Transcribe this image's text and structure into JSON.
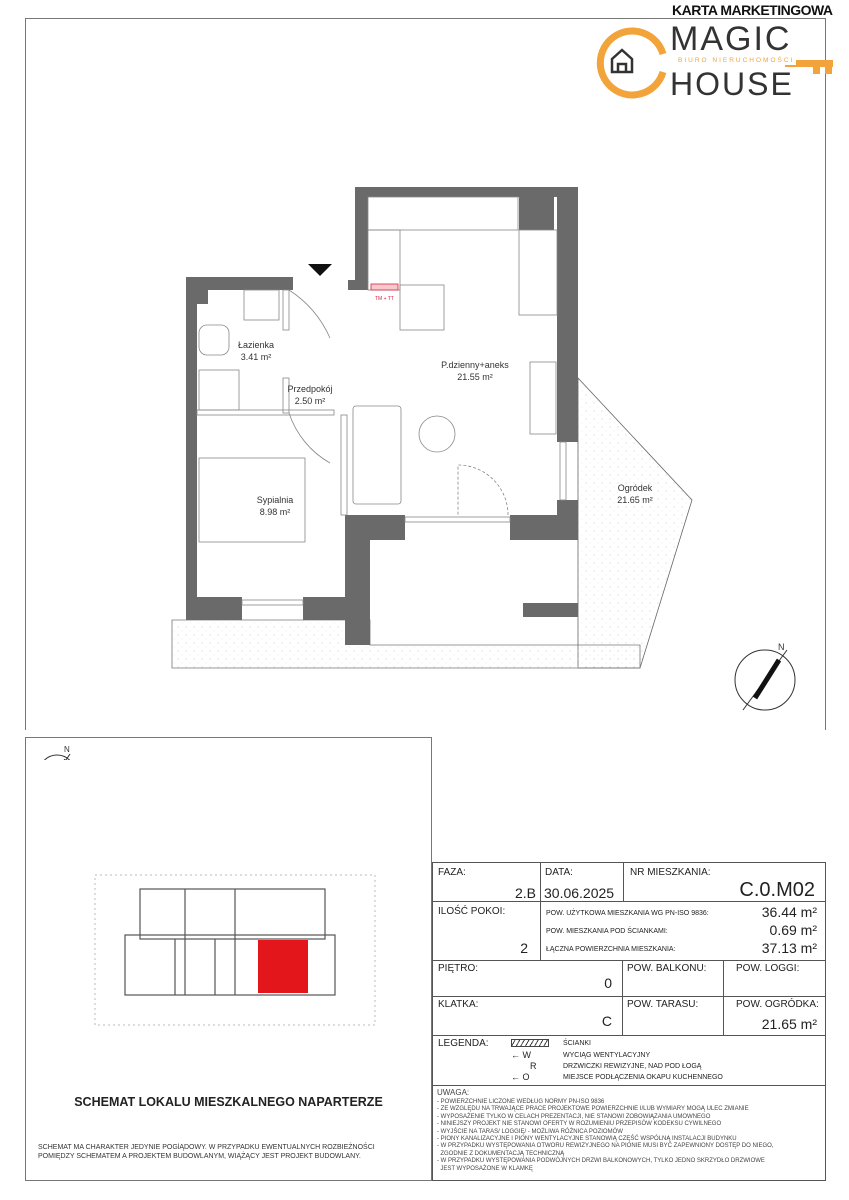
{
  "header": {
    "title": "KARTA MARKETINGOWA"
  },
  "logo": {
    "line1": "MAGIC",
    "tagline": "BIURO NIERUCHOMOŚCI",
    "line2": "HOUSE",
    "accent_color": "#f2a33a"
  },
  "plan": {
    "rooms": [
      {
        "name": "Łazienka",
        "area": "3.41 m²"
      },
      {
        "name": "Przedpokój",
        "area": "2.50 m²"
      },
      {
        "name": "P.dzienny+aneks",
        "area": "21.55 m²"
      },
      {
        "name": "Sypialnia",
        "area": "8.98 m²"
      },
      {
        "name": "Ogródek",
        "area": "21.65 m²"
      }
    ],
    "kitchen_mark": "TM + TT",
    "compass_label": "N"
  },
  "site": {
    "title": "SCHEMAT LOKALU MIESZKALNEGO NAPARTERZE",
    "disclaimer_1": "SCHEMAT MA CHARAKTER JEDYNIE POGlĄDOWY. W PRZYPADKU EWENTUALNYCH ROZBIEŻNOŚCI",
    "disclaimer_2": "POMIĘDZY SCHEMATEM A PROJEKTEM BUDOWLANYM, WIĄŻĄCY JEST PROJEKT BUDOWLANY.",
    "highlight_color": "#e3161b"
  },
  "info": {
    "faza_label": "FAZA:",
    "faza": "2.B",
    "data_label": "DATA:",
    "data": "30.06.2025",
    "nr_label": "NR MIESZKANIA:",
    "nr": "C.0.M02",
    "pokoi_label": "ILOŚĆ POKOI:",
    "pokoi": "2",
    "uzytkowa_label": "POW. UŻYTKOWA MIESZKANIA WG PN-ISO 9836:",
    "uzytkowa": "36.44 m²",
    "scianki_label": "POW. MIESZKANIA POD  ŚCIANKAMI:",
    "scianki": "0.69 m²",
    "laczna_label": "ŁĄCZNA POWIERZCHNIA MIESZKANIA:",
    "laczna": "37.13 m²",
    "pietro_label": "PIĘTRO:",
    "pietro": "0",
    "balkon_label": "POW. BALKONU:",
    "loggia_label": "POW. LOGGI:",
    "klatka_label": "KLATKA:",
    "klatka": "C",
    "taras_label": "POW. TARASU:",
    "ogrodek_label": "POW. OGRÓDKA:",
    "ogrodek": "21.65 m²"
  },
  "legend": {
    "title": "LEGENDA:",
    "items": [
      {
        "symbol": "",
        "text": "ŚCIANKI"
      },
      {
        "symbol": "← W",
        "text": "WYCIĄG WENTYLACYJNY"
      },
      {
        "symbol": "R",
        "text": "DRZWICZKI REWIZYJNE, NAD POD  ŁOGĄ"
      },
      {
        "symbol": "← O",
        "text": "MIEJSCE PODŁĄCZENIA OKAPU KUCHENNEGO"
      }
    ]
  },
  "notes": {
    "title": "UWAGA:",
    "items": [
      "- POWIERZCHNIE LICZONE WEDŁUG NORMY PN-ISO 9836",
      "- ZE WZGLĘDU NA TRWAJĄCE PRACE PROJEKTOWE POWIERZCHNIE I/LUB WYMIARY MOGĄ ULEC ZMIANIE",
      "- WYPOSAŻENIE TYLKO W CELACH PREZENTACJI, NIE STANOWI ZOBOWIĄZANIA UMOWNEGO",
      "- NINIEJSZY PROJEKT NIE STANOWI OFERTY W ROZUMIENIU PRZEPISÓW KODEKSU CYWILNEGO",
      "- WYJŚCIE NA TARAS/ LOGGIĘ/ - MOŻLIWA RÓŻNICA POZIOMÓW",
      "- PIONY KANALIZACYJNE I PIONY WENTYLACYJNE STANOWIĄ CZĘŚĆ WSPÓLNĄ INSTALACJI BUDYNKU",
      "- W PRZYPADKU WYSTĘPOWANIA OTWORU REWIZYJNEGO NA PIONIE MUSI BYĆ ZAPEWNIONY DOSTĘP DO NIEGO,",
      "  ZGODNIE Z DOKUMENTACJĄ TECHNICZNĄ",
      "- W PRZYPADKU WYSTĘPOWANIA PODWÓJNYCH DRZWI BALKONOWYCH, TYLKO JEDNO SKRZYDŁO DRZWIOWE",
      "  JEST WYPOSAŻONE W KLAMKĘ"
    ]
  }
}
